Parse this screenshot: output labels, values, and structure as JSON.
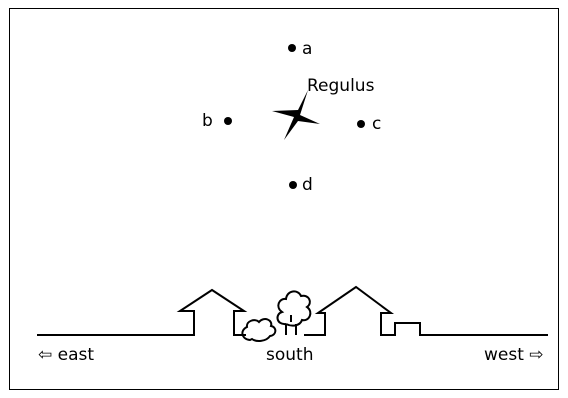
{
  "stars": {
    "a": "a",
    "b": "b",
    "c": "c",
    "d": "d",
    "regulus": "Regulus"
  },
  "directions": {
    "east": "⇦ east",
    "south": "south",
    "west": "west ⇨"
  }
}
